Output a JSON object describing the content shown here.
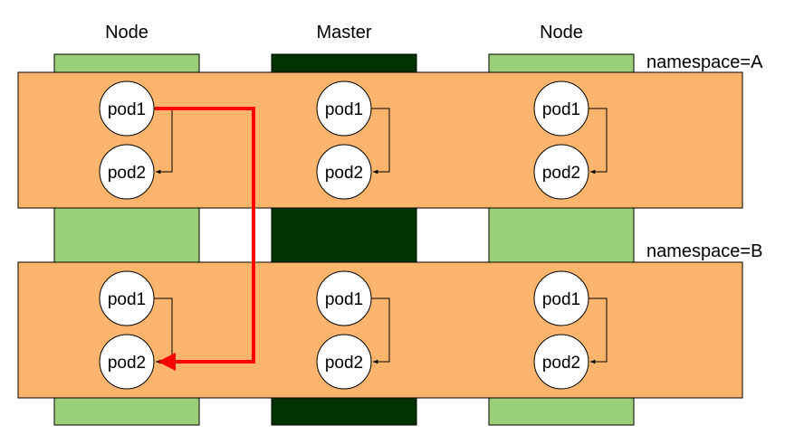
{
  "columns": [
    {
      "label": "Node",
      "kind": "node"
    },
    {
      "label": "Master",
      "kind": "master"
    },
    {
      "label": "Node",
      "kind": "node"
    }
  ],
  "namespaces": [
    {
      "label": "namespace=A"
    },
    {
      "label": "namespace=B"
    }
  ],
  "pods": {
    "top": "pod1",
    "bottom": "pod2"
  },
  "colors": {
    "node_fill": "#97d077",
    "master_fill": "#003300",
    "namespace_fill": "#fdb46c",
    "pod_fill": "#ffffff",
    "stroke": "#000000",
    "highlight_arrow": "#ff0000"
  }
}
